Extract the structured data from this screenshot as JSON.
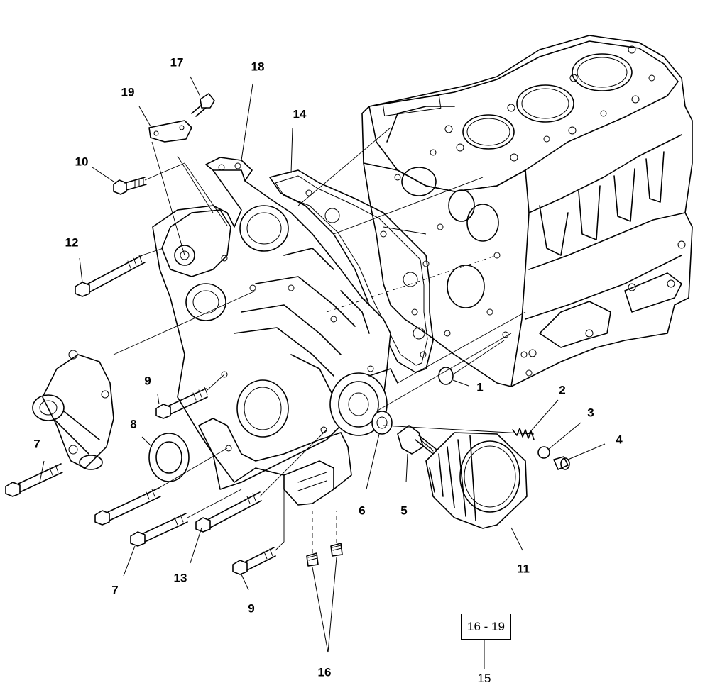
{
  "diagram": {
    "callouts": {
      "c1": "1",
      "c2": "2",
      "c3": "3",
      "c4": "4",
      "c5": "5",
      "c6": "6",
      "c7a": "7",
      "c7b": "7",
      "c8": "8",
      "c9a": "9",
      "c9b": "9",
      "c10": "10",
      "c11": "11",
      "c12": "12",
      "c13": "13",
      "c14": "14",
      "c16": "16",
      "c17": "17",
      "c18": "18",
      "c19": "19"
    },
    "group_box_label": "16 - 19",
    "group_ref_label": "15"
  }
}
